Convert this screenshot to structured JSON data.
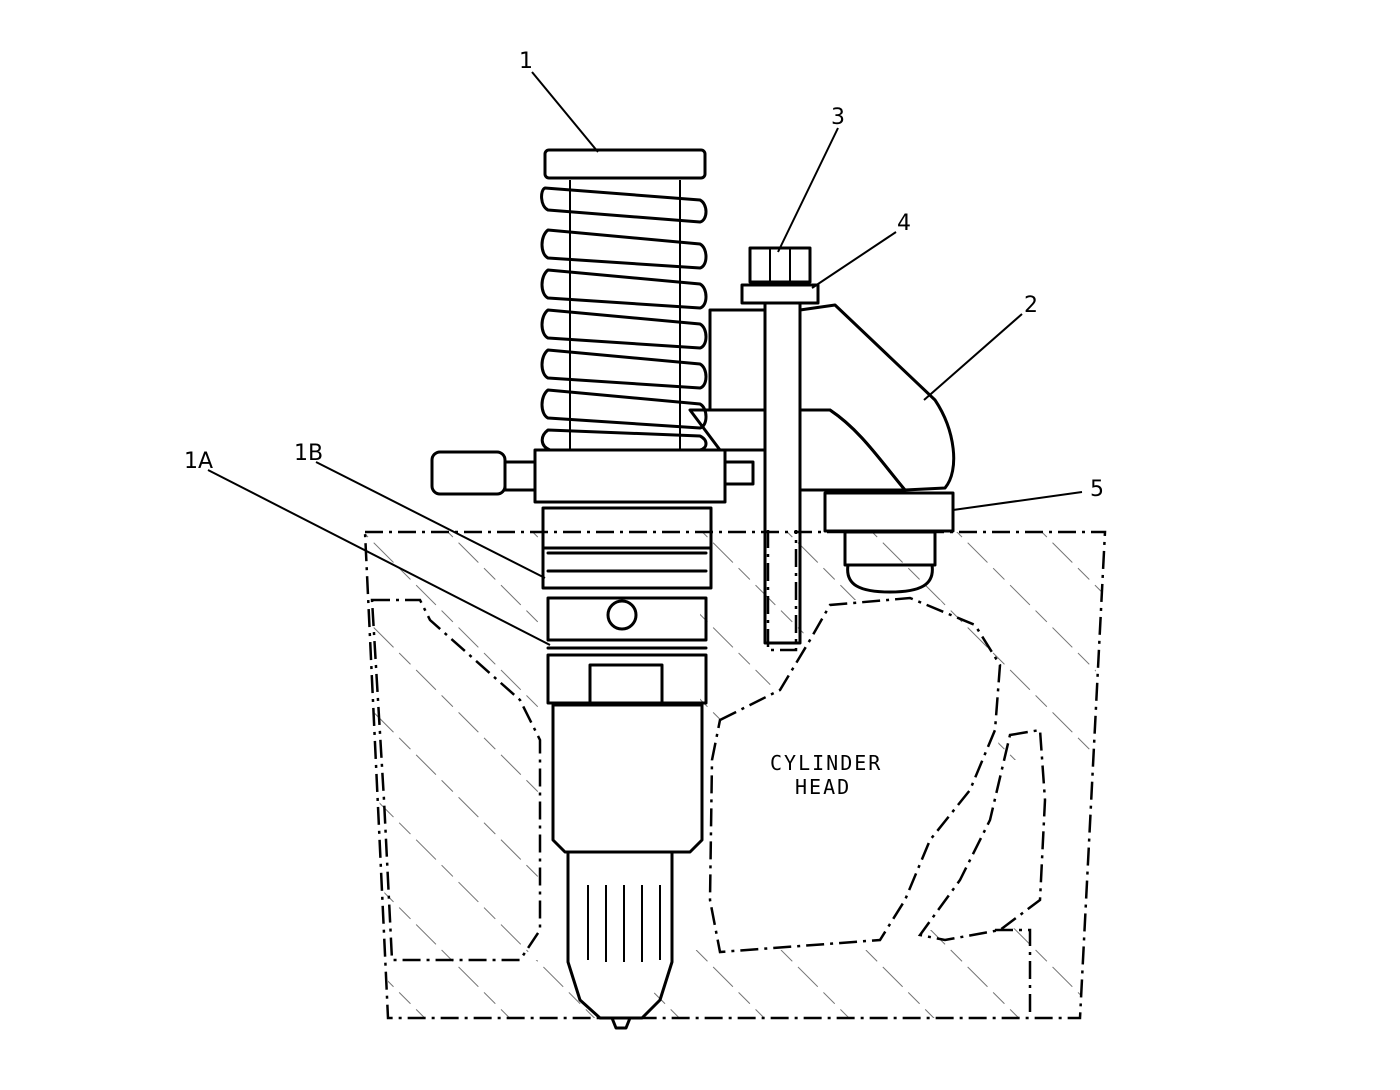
{
  "labels": {
    "callout_1": "1",
    "callout_1a": "1A",
    "callout_1b": "1B",
    "callout_2": "2",
    "callout_3": "3",
    "callout_4": "4",
    "callout_5": "5",
    "cylinder_head_line1": "CYLINDER",
    "cylinder_head_line2": "HEAD"
  },
  "colors": {
    "ink": "#000000",
    "paper": "#ffffff"
  }
}
